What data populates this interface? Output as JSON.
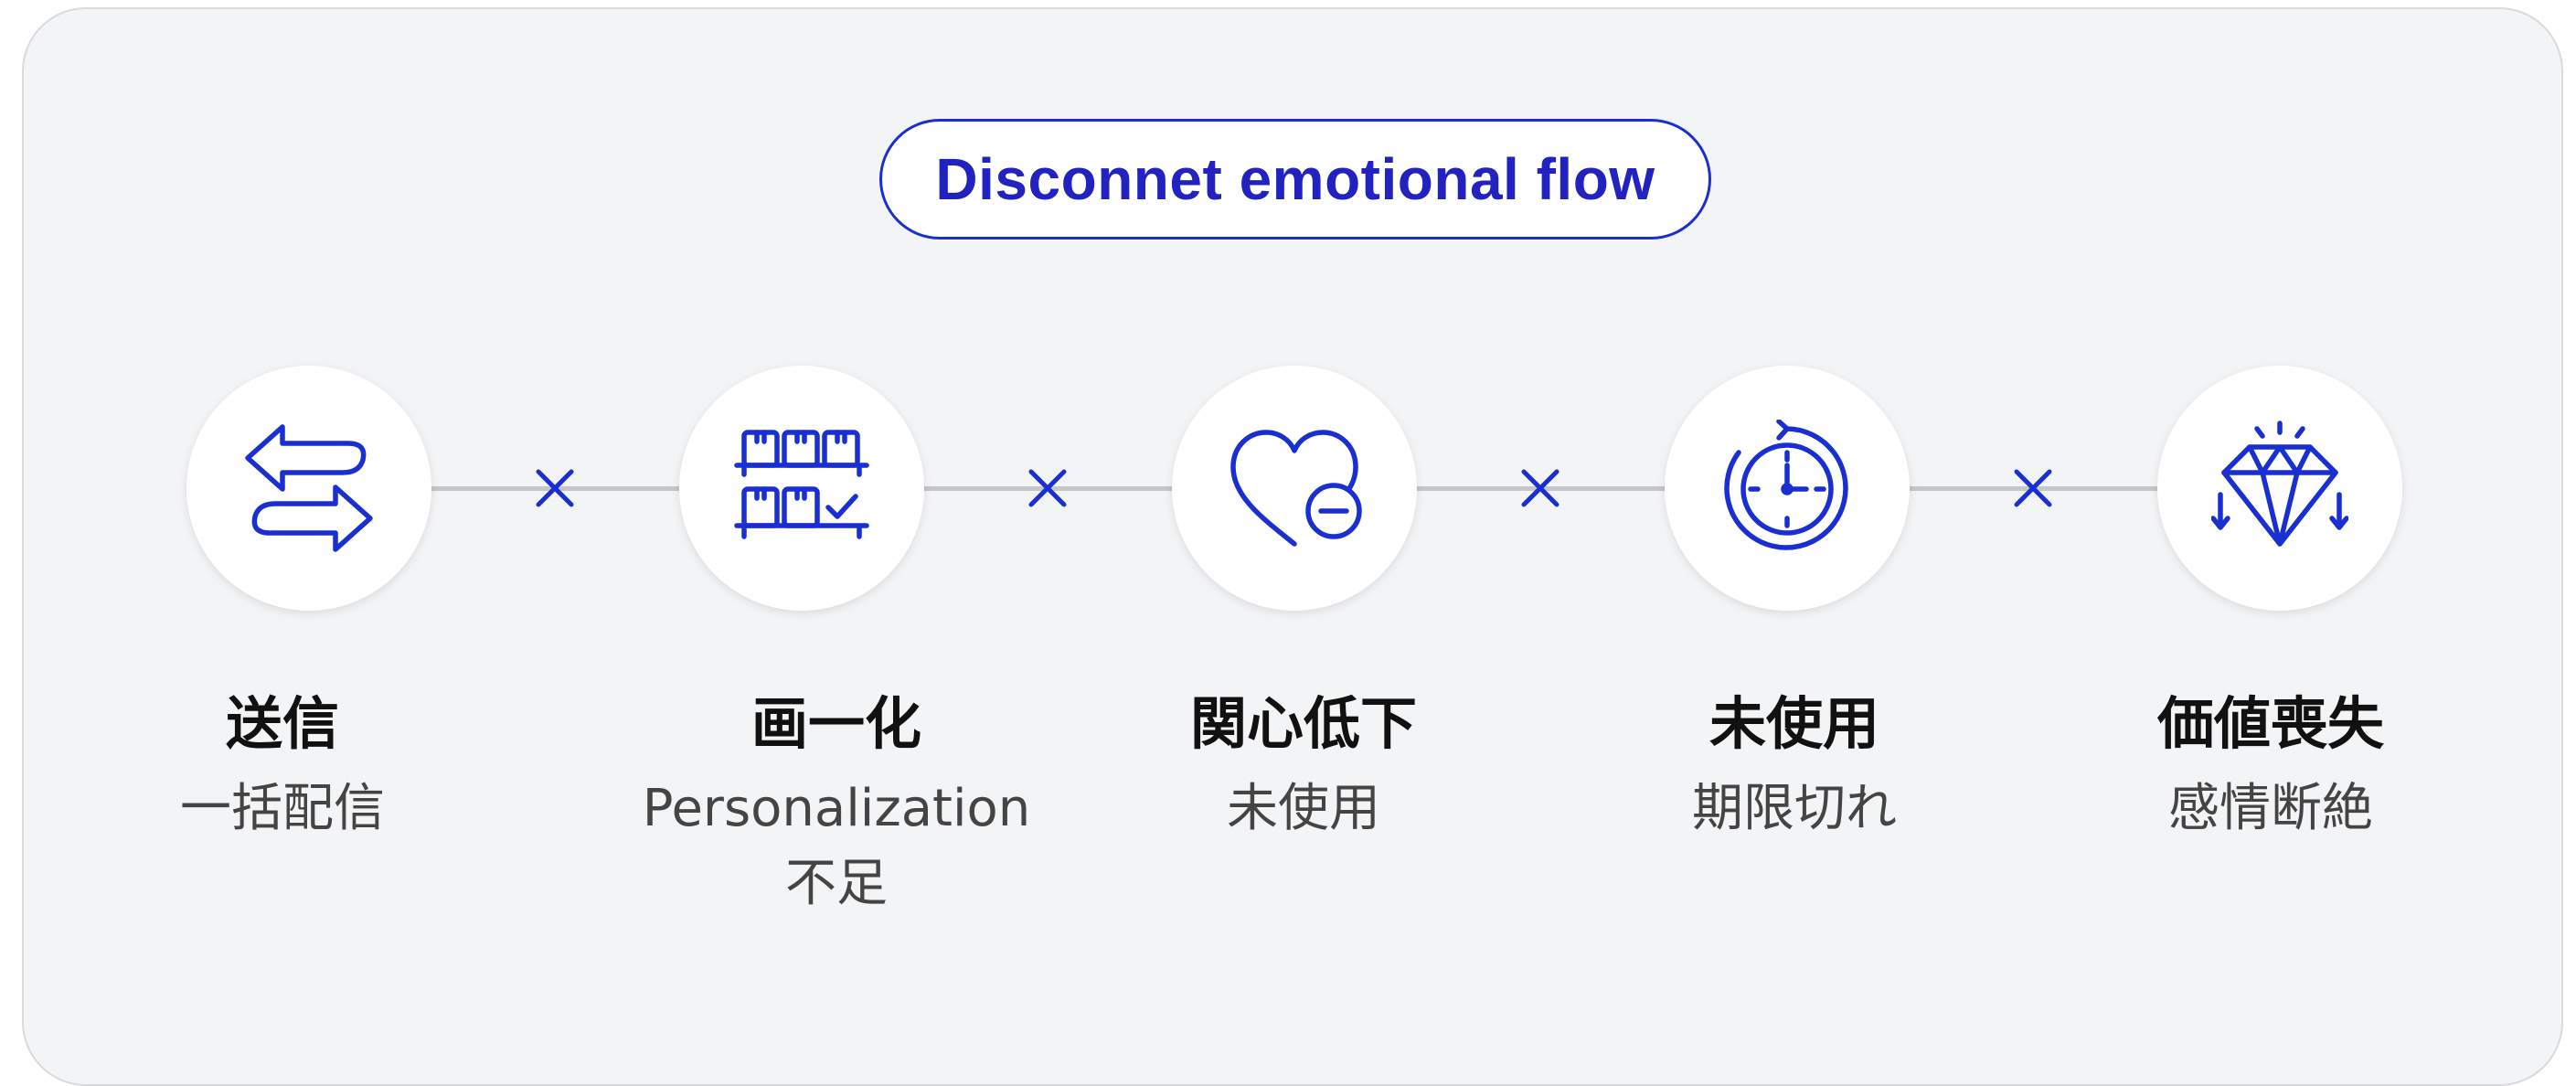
{
  "title": "Disconnet emotional flow",
  "colors": {
    "accent": "#1a2fd1",
    "title_text": "#2222c0",
    "panel_bg": "#f3f4f6",
    "connector": "#c5c6ca"
  },
  "separator_glyph": "×",
  "steps": [
    {
      "icon": "arrows-exchange-icon",
      "label": "送信",
      "sub": "一括配信",
      "sub2": ""
    },
    {
      "icon": "shelf-boxes-icon",
      "label": "画一化",
      "sub": "Personalization",
      "sub2": "不足"
    },
    {
      "icon": "heart-minus-icon",
      "label": "関心低下",
      "sub": "未使用",
      "sub2": ""
    },
    {
      "icon": "clock-refresh-icon",
      "label": "未使用",
      "sub": "期限切れ",
      "sub2": ""
    },
    {
      "icon": "diamond-down-icon",
      "label": "価値喪失",
      "sub": "感情断絶",
      "sub2": ""
    }
  ]
}
